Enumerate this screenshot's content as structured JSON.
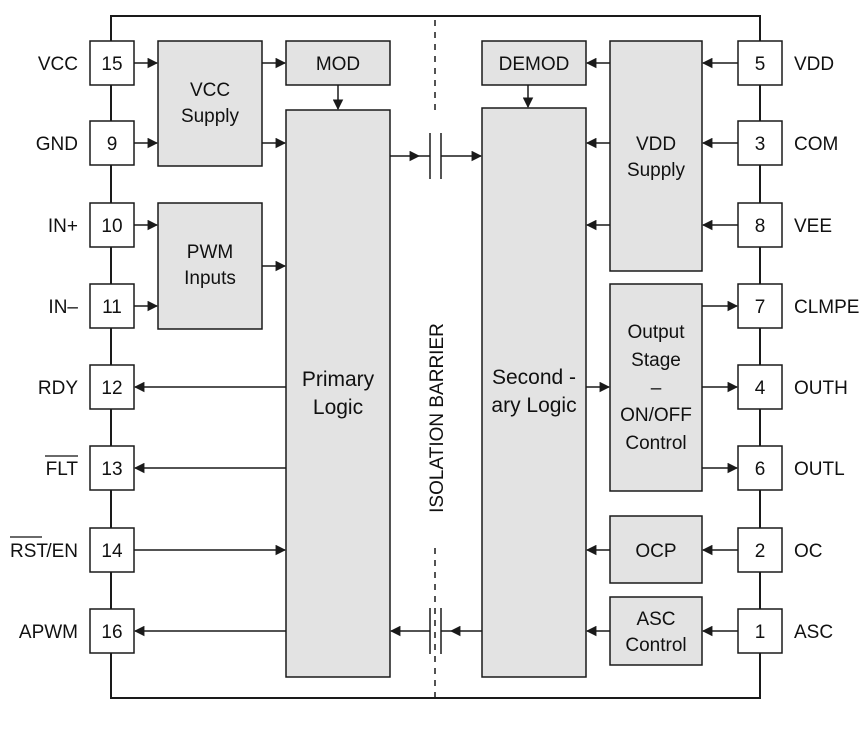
{
  "colors": {
    "block_fill": "#e3e3e3",
    "line": "#1a1a1a",
    "background": "#ffffff"
  },
  "pins_left": [
    {
      "num": "15",
      "name": "VCC"
    },
    {
      "num": "9",
      "name": "GND"
    },
    {
      "num": "10",
      "name": "IN+"
    },
    {
      "num": "11",
      "name": "IN–"
    },
    {
      "num": "12",
      "name": "RDY"
    },
    {
      "num": "13",
      "name": "FLT"
    },
    {
      "num": "14",
      "name_overbar": "RST",
      "name_rest": "/EN"
    },
    {
      "num": "16",
      "name": "APWM"
    }
  ],
  "pins_right": [
    {
      "num": "5",
      "name": "VDD"
    },
    {
      "num": "3",
      "name": "COM"
    },
    {
      "num": "8",
      "name": "VEE"
    },
    {
      "num": "7",
      "name": "CLMPE"
    },
    {
      "num": "4",
      "name": "OUTH"
    },
    {
      "num": "6",
      "name": "OUTL"
    },
    {
      "num": "2",
      "name": "OC"
    },
    {
      "num": "1",
      "name": "ASC"
    }
  ],
  "blocks": {
    "vcc_supply": [
      "VCC",
      "Supply"
    ],
    "mod": "MOD",
    "pwm_inputs": [
      "PWM",
      "Inputs"
    ],
    "primary_logic": [
      "Primary",
      "Logic"
    ],
    "demod": "DEMOD",
    "secondary_logic": [
      "Second -",
      "ary Logic"
    ],
    "vdd_supply": [
      "VDD",
      "Supply"
    ],
    "output_stage": [
      "Output",
      "Stage",
      "–",
      "ON/OFF",
      "Control"
    ],
    "ocp": "OCP",
    "asc_control": [
      "ASC",
      "Control"
    ]
  },
  "isolation_barrier": "ISOLATION BARRIER"
}
